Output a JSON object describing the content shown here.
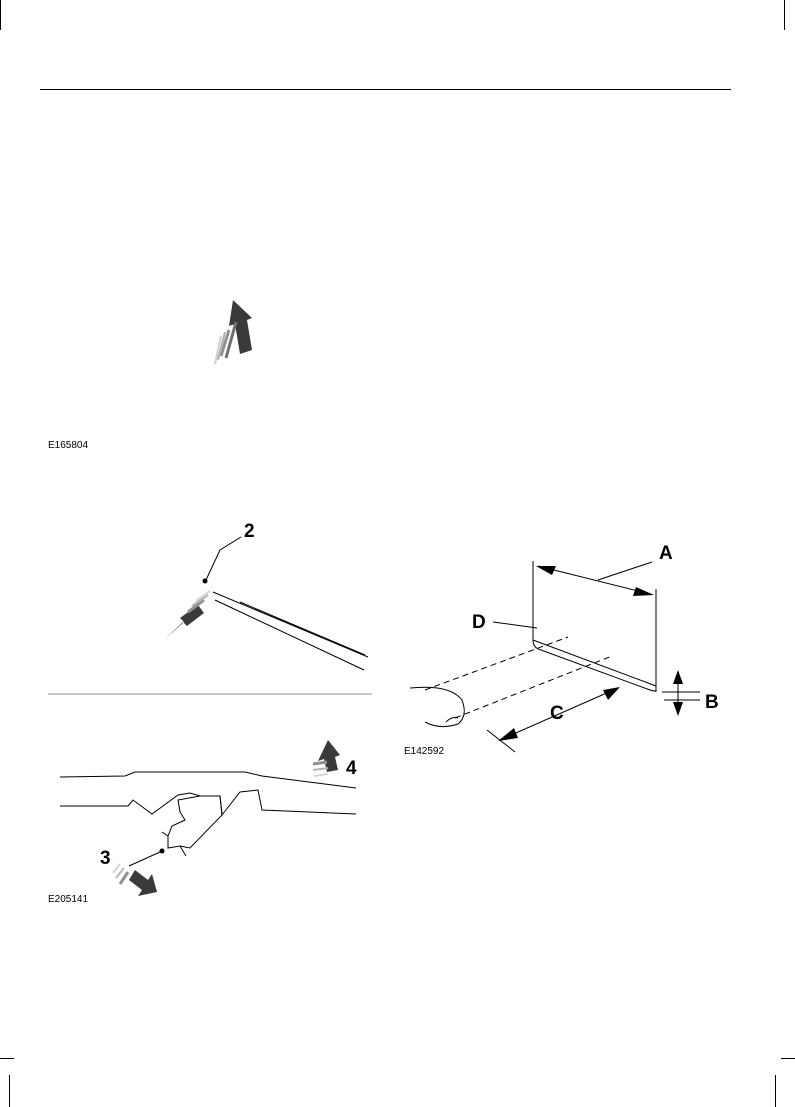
{
  "figures": {
    "fig1": {
      "id": "E165804"
    },
    "fig2": {
      "id": "E205141",
      "callouts": [
        "2",
        "3",
        "4"
      ]
    },
    "fig3": {
      "id": "E142592",
      "labels": [
        "A",
        "B",
        "C",
        "D"
      ]
    }
  },
  "colors": {
    "line": "#000000",
    "arrow_dark": "#3a3a3a",
    "separator": "#c8c8c8"
  }
}
